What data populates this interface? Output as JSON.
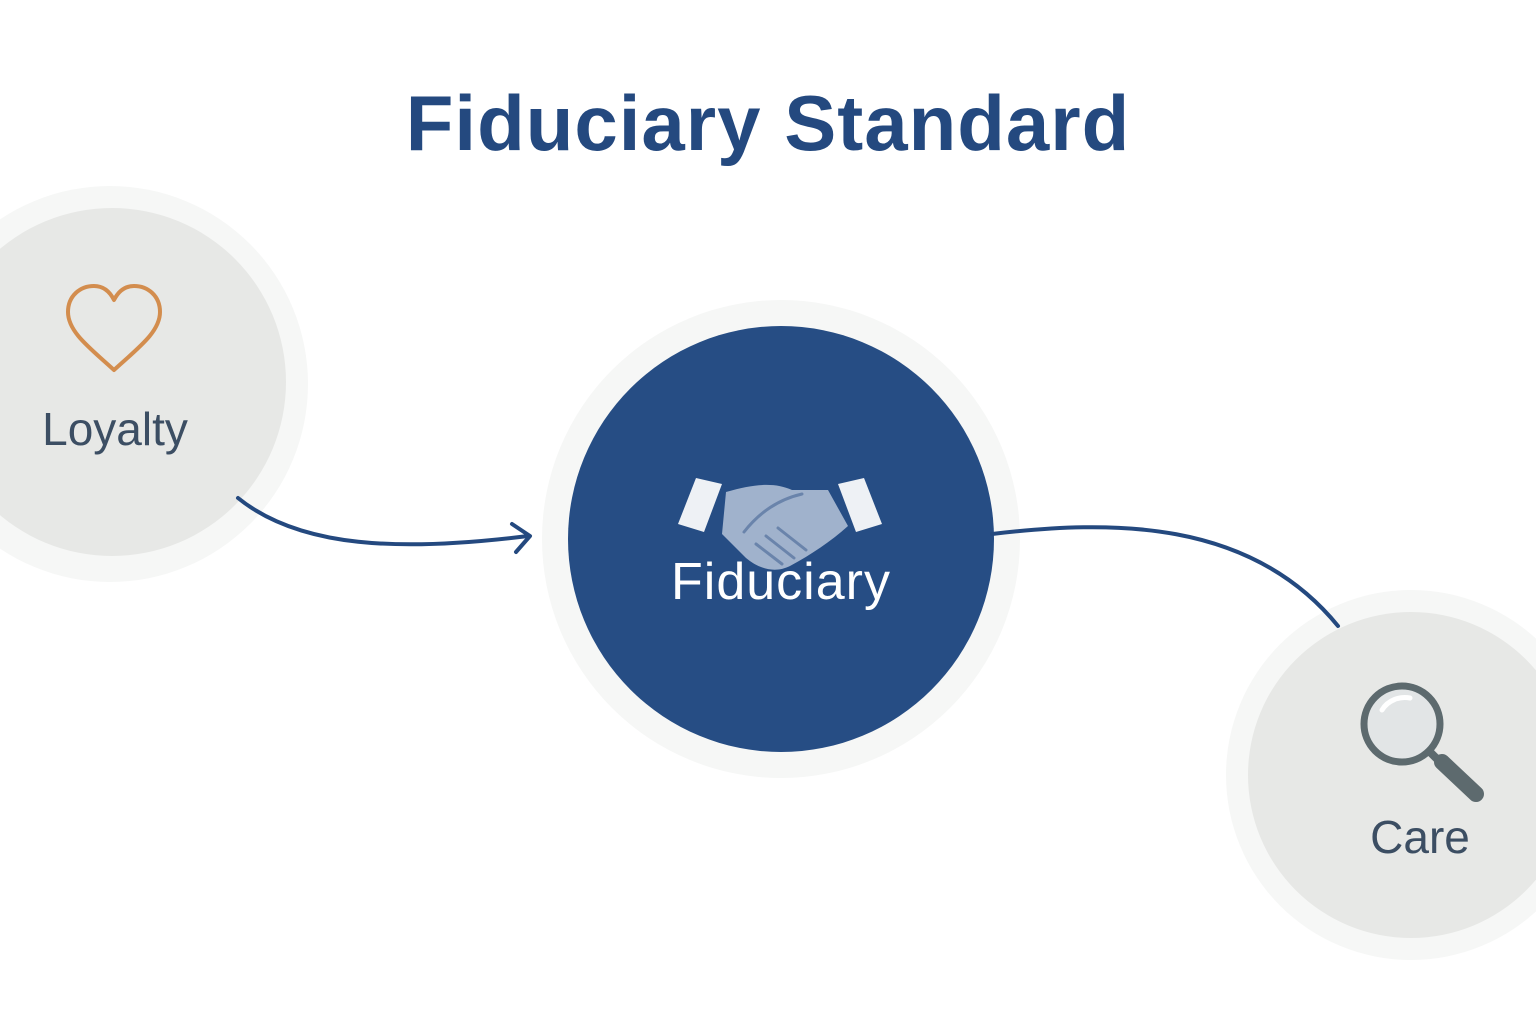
{
  "diagram": {
    "title": "Fiduciary Standard",
    "center": {
      "label": "Fiduciary",
      "icon": "handshake-icon",
      "color": "#264d84"
    },
    "nodes": [
      {
        "id": "loyalty",
        "label": "Loyalty",
        "icon": "heart-icon",
        "icon_color": "#d38d4e"
      },
      {
        "id": "care",
        "label": "Care",
        "icon": "magnifying-glass-icon",
        "icon_color": "#5d6a6e"
      }
    ],
    "edges": [
      {
        "from": "loyalty",
        "to": "fiduciary",
        "arrow": true
      },
      {
        "from": "fiduciary",
        "to": "care",
        "arrow": false
      }
    ],
    "colors": {
      "title": "#24497f",
      "connector": "#24497f",
      "node_fill": "#e7e8e6",
      "side_label": "#3c4e63"
    }
  }
}
